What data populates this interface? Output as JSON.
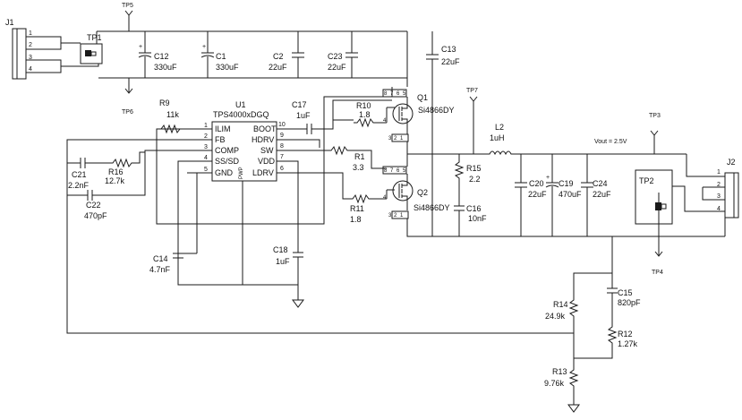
{
  "connectors": {
    "j1": {
      "ref": "J1",
      "pins": [
        "1",
        "2",
        "3",
        "4"
      ]
    },
    "j2": {
      "ref": "J2",
      "pins": [
        "1",
        "2",
        "3",
        "4"
      ]
    }
  },
  "testpoints": {
    "tp1": "TP1",
    "tp2": "TP2",
    "tp3": "TP3",
    "tp4": "TP4",
    "tp5": "TP5",
    "tp6": "TP6",
    "tp7": "TP7"
  },
  "ic": {
    "ref": "U1",
    "part": "TPS4000xDGQ",
    "pins_left": [
      {
        "num": "1",
        "name": "ILIM"
      },
      {
        "num": "2",
        "name": "FB"
      },
      {
        "num": "3",
        "name": "COMP"
      },
      {
        "num": "4",
        "name": "SS/SD"
      },
      {
        "num": "5",
        "name": "GND"
      }
    ],
    "pins_right": [
      {
        "num": "10",
        "name": "BOOT"
      },
      {
        "num": "9",
        "name": "HDRV"
      },
      {
        "num": "8",
        "name": "SW"
      },
      {
        "num": "7",
        "name": "VDD"
      },
      {
        "num": "6",
        "name": "LDRV"
      }
    ],
    "pwp": "PWP"
  },
  "mosfets": {
    "q1": {
      "ref": "Q1",
      "part": "Si4866DY",
      "pins_top": [
        "8",
        "7",
        "6",
        "5"
      ],
      "gate": "4",
      "pins_bottom": [
        "3",
        "2",
        "1"
      ]
    },
    "q2": {
      "ref": "Q2",
      "part": "Si4866DY",
      "pins_top": [
        "8",
        "7",
        "6",
        "5"
      ],
      "gate": "4",
      "pins_bottom": [
        "3",
        "2",
        "1"
      ]
    }
  },
  "components": {
    "c12": {
      "ref": "C12",
      "value": "330uF"
    },
    "c1": {
      "ref": "C1",
      "value": "330uF"
    },
    "c2": {
      "ref": "C2",
      "value": "22uF"
    },
    "c23": {
      "ref": "C23",
      "value": "22uF"
    },
    "c13": {
      "ref": "C13",
      "value": "22uF"
    },
    "r9": {
      "ref": "R9",
      "value": "11k"
    },
    "c17": {
      "ref": "C17",
      "value": "1uF"
    },
    "r10": {
      "ref": "R10",
      "value": "1.8"
    },
    "r1": {
      "ref": "R1",
      "value": "3.3"
    },
    "r11": {
      "ref": "R11",
      "value": "1.8"
    },
    "c21": {
      "ref": "C21",
      "value": "2.2nF"
    },
    "r16": {
      "ref": "R16",
      "value": "12.7k"
    },
    "c22": {
      "ref": "C22",
      "value": "470pF"
    },
    "c14": {
      "ref": "C14",
      "value": "4.7nF"
    },
    "c18": {
      "ref": "C18",
      "value": "1uF"
    },
    "l2": {
      "ref": "L2",
      "value": "1uH"
    },
    "r15": {
      "ref": "R15",
      "value": "2.2"
    },
    "c16": {
      "ref": "C16",
      "value": "10nF"
    },
    "c20": {
      "ref": "C20",
      "value": "22uF"
    },
    "c19": {
      "ref": "C19",
      "value": "470uF"
    },
    "c24": {
      "ref": "C24",
      "value": "22uF"
    },
    "c15": {
      "ref": "C15",
      "value": "820pF"
    },
    "r14": {
      "ref": "R14",
      "value": "24.9k"
    },
    "r12": {
      "ref": "R12",
      "value": "1.27k"
    },
    "r13": {
      "ref": "R13",
      "value": "9.76k"
    }
  },
  "vout_label": "Vout = 2.5V",
  "plus_sign": "+"
}
